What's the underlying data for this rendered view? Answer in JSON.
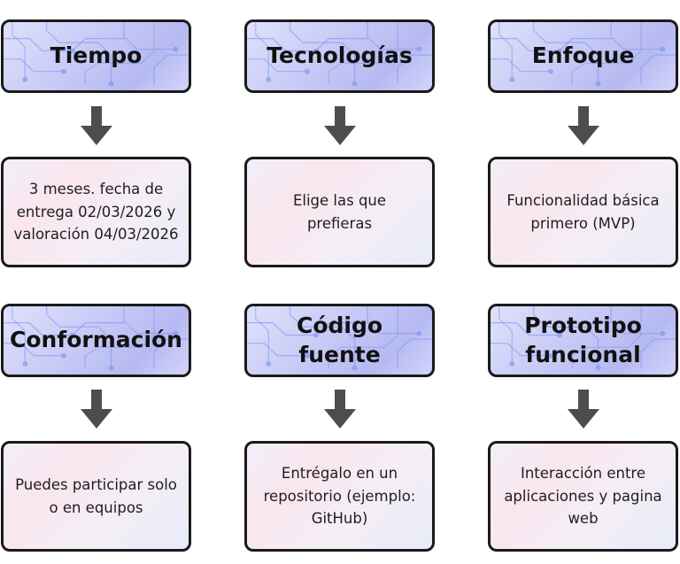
{
  "cards": [
    {
      "id": "tiempo",
      "title": "Tiempo",
      "text": "3 meses. fecha de entrega 02/03/2026 y valoración 04/03/2026"
    },
    {
      "id": "tecnologias",
      "title": "Tecnologías",
      "text": "Elige las que prefieras"
    },
    {
      "id": "enfoque",
      "title": "Enfoque",
      "text": "Funcionalidad básica primero (MVP)"
    },
    {
      "id": "conformacion",
      "title": "Conformación",
      "text": "Puedes participar solo o en equipos"
    },
    {
      "id": "codigo",
      "title": "Código fuente",
      "text": "Entrégalo en un repositorio (ejemplo: GitHub)"
    },
    {
      "id": "prototipo",
      "title": "Prototipo funcional",
      "text": "Interacción entre aplicaciones y pagina web"
    }
  ],
  "colors": {
    "arrow": "#4d4d4d",
    "border": "#1a1a1a",
    "circuit": "#6f8ff0"
  },
  "icons": {
    "arrow": "arrow-down-icon"
  }
}
